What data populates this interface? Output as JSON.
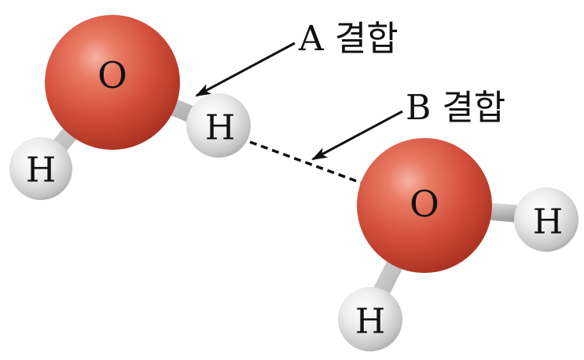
{
  "molecules": [
    {
      "oxygen": {
        "label": "O"
      },
      "hydrogens": [
        {
          "label": "H"
        },
        {
          "label": "H"
        }
      ]
    },
    {
      "oxygen": {
        "label": "O"
      },
      "hydrogens": [
        {
          "label": "H"
        },
        {
          "label": "H"
        }
      ]
    }
  ],
  "bond_labels": {
    "a": "A 결합",
    "b": "B 결합"
  },
  "colors": {
    "oxygen": "#d9543f",
    "hydrogen": "#e4e4e4",
    "bond": "#c9c9c9",
    "line": "#111111"
  }
}
